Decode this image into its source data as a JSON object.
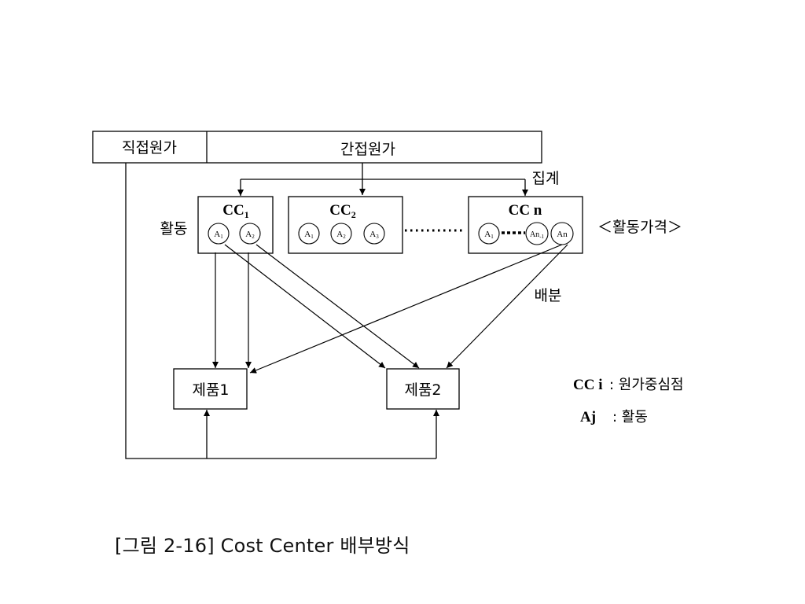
{
  "header": {
    "direct_cost": "직접원가",
    "indirect_cost": "간접원가"
  },
  "labels": {
    "aggregate": "집계",
    "activity": "활동",
    "activity_price": "＜활동가격＞",
    "allocation": "배분"
  },
  "cost_centers": [
    {
      "base": "CC",
      "sub": "1",
      "activities": [
        {
          "base": "A",
          "sub": "1"
        },
        {
          "base": "A",
          "sub": "2"
        }
      ]
    },
    {
      "base": "CC",
      "sub": "2",
      "activities": [
        {
          "base": "A",
          "sub": "1"
        },
        {
          "base": "A",
          "sub": "2"
        },
        {
          "base": "A",
          "sub": "3"
        }
      ]
    },
    {
      "base": "CC n",
      "sub": "",
      "activities": [
        {
          "base": "A",
          "sub": "1"
        },
        {
          "base": "An",
          "sub": "-1"
        },
        {
          "base": "An",
          "sub": ""
        }
      ]
    }
  ],
  "products": [
    {
      "label": "제품1"
    },
    {
      "label": "제품2"
    }
  ],
  "legend": {
    "cc_symbol": "CC i",
    "cc_desc": ": 원가중심점",
    "a_symbol": "Aj",
    "a_desc": ": 활동"
  },
  "caption": "[그림 2-16] Cost Center 배부방식"
}
